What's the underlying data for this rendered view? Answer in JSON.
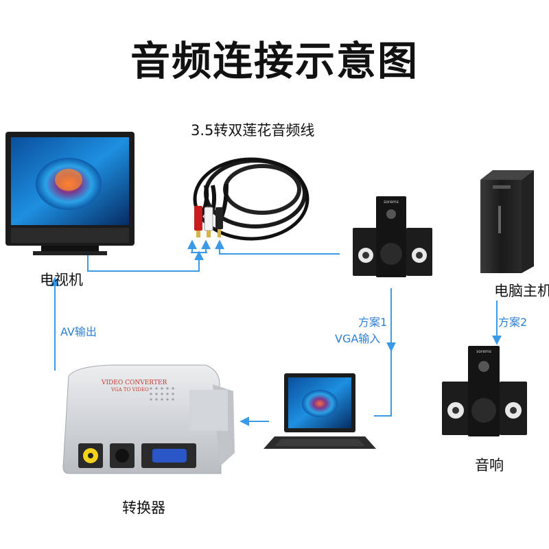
{
  "title": "音频连接示意图",
  "labels": {
    "cable": "3.5转双莲花音频线",
    "tv": "电视机",
    "pc": "电脑主机",
    "converter": "转换器",
    "speaker": "音响",
    "av_out": "AV输出",
    "plan1_line1": "方案1",
    "plan1_line2": "VGA输入",
    "plan2": "方案2"
  },
  "device_text": {
    "converter_line1": "VIDEO CONVERTER",
    "converter_line2": "VGA TO VIDEO",
    "speaker_brand": "sorems"
  },
  "colors": {
    "arrow": "#3b9ae8",
    "label_blue": "#2a7fd4",
    "device_dark": "#1a1a1a",
    "converter_silver": "#cfd2d6"
  }
}
